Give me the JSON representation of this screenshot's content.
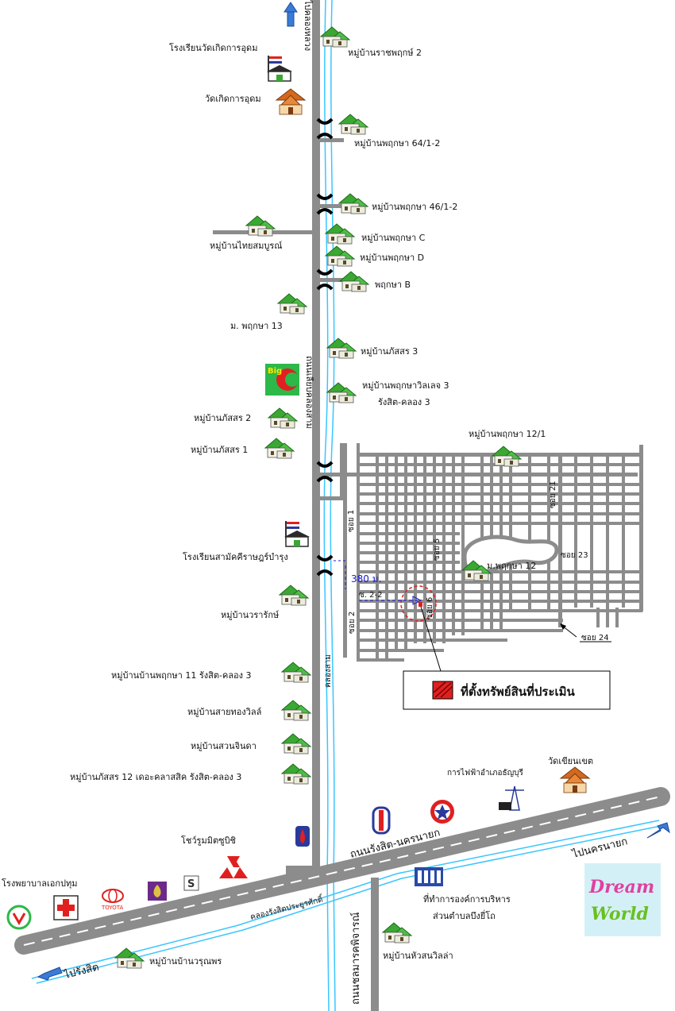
{
  "colors": {
    "road": "#8c8c8c",
    "canal": "#39c6ff",
    "site_marker": "#e02020",
    "distance": "#1a1ad8",
    "house": "#3aa832",
    "roof": "#d2691e"
  },
  "labels": {
    "to_khlong_luang": "ไปคลองหลวง",
    "rajapruek2": "หมู่บ้านราชพฤกษ์ 2",
    "school_wat_kerd": "โรงเรียนวัดเกิดการอุดม",
    "wat_kerd": "วัดเกิดการอุดม",
    "pruksa_64": "หมู่บ้านพฤกษา 64/1-2",
    "pruksa_46": "หมู่บ้านพฤกษา 46/1-2",
    "thai_somboon": "หมู่บ้านไทยสมบูรณ์",
    "pruksa_c": "หมู่บ้านพฤกษา C",
    "pruksa_d": "หมู่บ้านพฤกษา D",
    "pruksa_b": "พฤกษา B",
    "m_pruksa_13": "ม. พฤกษา 13",
    "passorn3": "หมู่บ้านภัสสร 3",
    "pruksa_village3": "หมู่บ้านพฤกษาวิลเลจ 3",
    "rangsit_klong3_a": "รังสิต-คลอง 3",
    "passorn2": "หมู่บ้านภัสสร 2",
    "passorn1": "หมู่บ้านภัสสร 1",
    "road_lieb_klong": "ถนนเลียบคลองสาม",
    "pruksa_12_1": "หมู่บ้านพฤกษา 12/1",
    "soi_21": "ซอย 21",
    "soi_1": "ซอย 1",
    "soi_5": "ซอย 5",
    "soi_23": "ซอย 23",
    "m_pruksa_12": "ม.พฤกษา 12",
    "school_samakkee": "โรงเรียนสามัคคีราษฎร์บำรุง",
    "distance": "380 ม.",
    "soi_2_2": "ซ. 2-2",
    "soi_2": "ซอย 2",
    "soi_6": "ซอย 6",
    "soi_24": "ซอย 24",
    "warrarak": "หมู่บ้านวรารักษ์",
    "klong_sam": "คลองสาม",
    "legend_site": "ที่ตั้งทรัพย์สินที่ประเมิน",
    "pruksa_11": "หมู่บ้านบ้านพฤกษา 11 รังสิต-คลอง 3",
    "saithong": "หมู่บ้านสายทองวิลล์",
    "suan_jinda": "หมู่บ้านสวนจินดา",
    "passorn12": "หมู่บ้านภัสสร 12 เดอะคลาสสิค รังสิต-คลอง 3",
    "pea": "การไฟฟ้าอำเภอธัญบุรี",
    "wat_khian": "วัดเขียนเขต",
    "showroom": "โชว์รูมมิตซูบิชิ",
    "road_rangsit_nakhon": "ถนนรังสิต-นครนายก",
    "to_nakhon_nayok": "ไปนครนายก",
    "hospital": "โรงพยาบาลเอกปทุม",
    "toyota": "TOYOTA",
    "tao_office_1": "ที่ทำการองค์การบริหาร",
    "tao_office_2": "ส่วนตำบลบึงยี่โถ",
    "klong_rangsit": "คลองรังสิตประยูรศักดิ์",
    "road_chonlamark": "ถนนชลมารคพิจารณ์",
    "to_rangsit": "ไปรังสิต",
    "warunporn": "หมู่บ้านบ้านวรุณพร",
    "hua_suan": "หมู่บ้านหัวสนวิลล่า",
    "big_c": "Big",
    "dream": "Dream",
    "world": "World"
  }
}
